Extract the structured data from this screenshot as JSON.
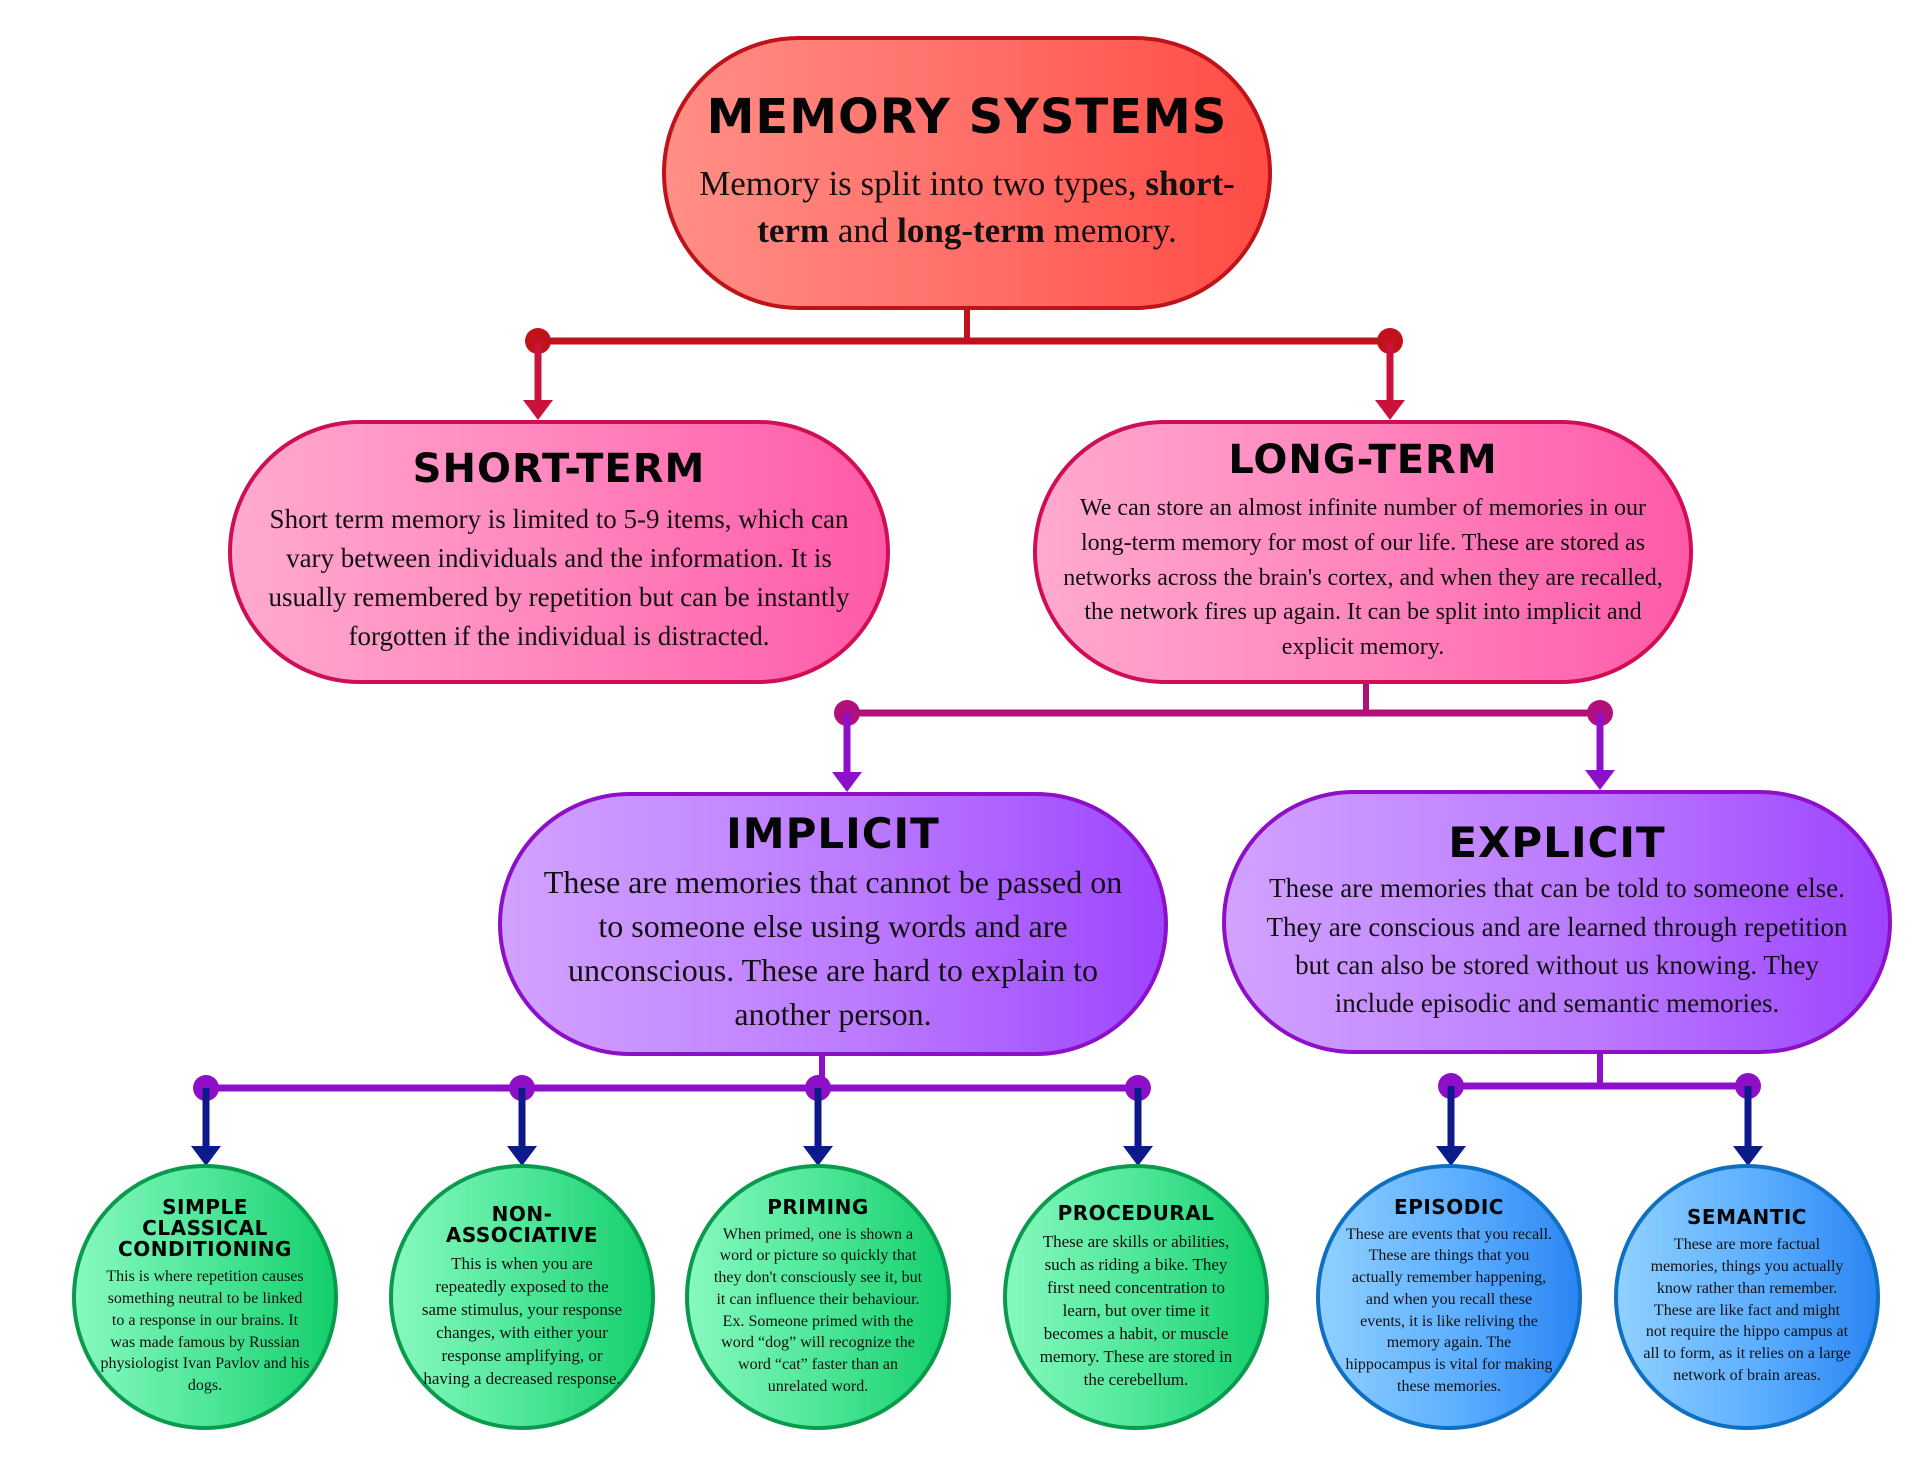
{
  "root": {
    "title": "MEMORY SYSTEMS",
    "text_before": "Memory is split into two types, ",
    "bold1": "short-term",
    "text_middle": " and ",
    "bold2": "long-term",
    "text_after": " memory."
  },
  "short_term": {
    "title": "SHORT-TERM",
    "text": "Short term memory is limited to 5-9 items, which can vary between individuals and the information. It is usually remembered by repetition but can be instantly forgotten if the individual is distracted."
  },
  "long_term": {
    "title": "LONG-TERM",
    "text": "We can store an almost infinite number of memories in our long-term memory for most of our life. These are stored as networks across the brain's cortex, and when they are recalled, the network fires up again. It can be split into implicit and explicit memory."
  },
  "implicit": {
    "title": "IMPLICIT",
    "text": "These are memories that cannot be passed on to someone else using words and are unconscious. These are hard to explain to another person."
  },
  "explicit": {
    "title": "EXPLICIT",
    "text": "These are memories that can be told to someone else. They are conscious and are learned through repetition but can also be stored without us knowing. They include episodic and semantic memories."
  },
  "simple_classical": {
    "title": "SIMPLE CLASSICAL CONDITIONING",
    "text": "This is where repetition causes something neutral to be linked to a response in our brains. It was made famous by Russian physiologist Ivan Pavlov and his dogs."
  },
  "non_associative": {
    "title": "NON-ASSOCIATIVE",
    "text": "This is when you are repeatedly exposed to the same stimulus, your response changes, with either your response amplifying, or having a decreased response."
  },
  "priming": {
    "title": "PRIMING",
    "text": "When primed, one is shown a word or picture so quickly that they don't consciously see it, but it can influence their behaviour. Ex. Someone primed with the word “dog” will recognize the word “cat” faster than an unrelated word."
  },
  "procedural": {
    "title": "PROCEDURAL",
    "text": "These are skills or abilities, such as riding a bike. They first need concentration to learn, but over time it becomes a habit, or muscle memory. These are stored in the cerebellum."
  },
  "episodic": {
    "title": "EPISODIC",
    "text": "These are events that you recall. These are things that you actually remember happening, and when you recall these events, it is like reliving the memory again. The hippocampus is vital for making these memories."
  },
  "semantic": {
    "title": "SEMANTIC",
    "text": "These are more factual memories, things you actually know rather than remember. These are like fact and might not require the hippo campus at all to form, as it relies on a large network of brain areas."
  },
  "colors": {
    "root_line": "#c0121b",
    "level2_line": "#b0107a",
    "level3_line": "#8d10c8",
    "arrow_blue": "#0d1a8c",
    "arrow_red": "#c8123a",
    "arrow_purple": "#8d10c8"
  }
}
